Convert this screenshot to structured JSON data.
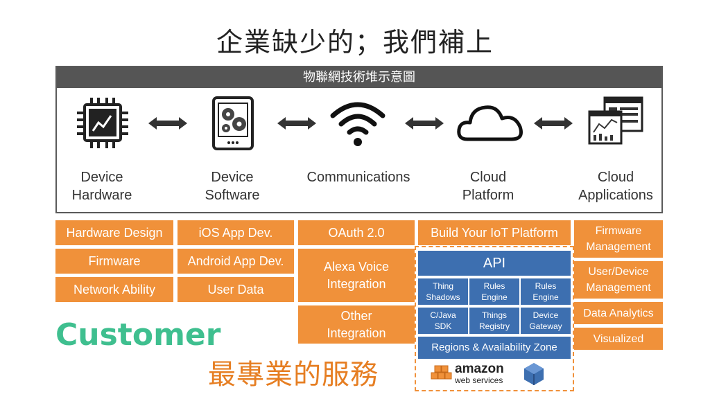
{
  "title": "企業缺少的；我們補上",
  "panel": {
    "header": "物聯網技術堆示意圖",
    "columns": [
      {
        "label1": "Device",
        "label2": "Hardware"
      },
      {
        "label1": "Device",
        "label2": "Software"
      },
      {
        "label1": "Communications",
        "label2": ""
      },
      {
        "label1": "Cloud",
        "label2": "Platform"
      },
      {
        "label1": "Cloud",
        "label2": "Applications"
      }
    ]
  },
  "hardware": [
    "Hardware Design",
    "Firmware",
    "Network Ability"
  ],
  "software": [
    "iOS App Dev.",
    "Android App Dev.",
    "User Data"
  ],
  "comms": [
    "OAuth 2.0",
    "Alexa Voice Integration",
    "Other Integration"
  ],
  "platform": {
    "top": "Build Your IoT Platform",
    "api": "API",
    "grid": [
      "Thing Shadows",
      "Rules Engine",
      "Rules Engine",
      "C/Java SDK",
      "Things Registry",
      "Device Gateway"
    ],
    "regions": "Regions & Availability Zone",
    "aws_top": "amazon",
    "aws_bottom": "web services"
  },
  "apps": [
    "Firmware Management",
    "User/Device Management",
    "Data Analytics",
    "Visualized"
  ],
  "customer": "Customer",
  "service": "最專業的服務",
  "colors": {
    "orange": "#f0913a",
    "blue": "#3d6fb0",
    "green": "#3fbf8f",
    "header": "#555555"
  }
}
